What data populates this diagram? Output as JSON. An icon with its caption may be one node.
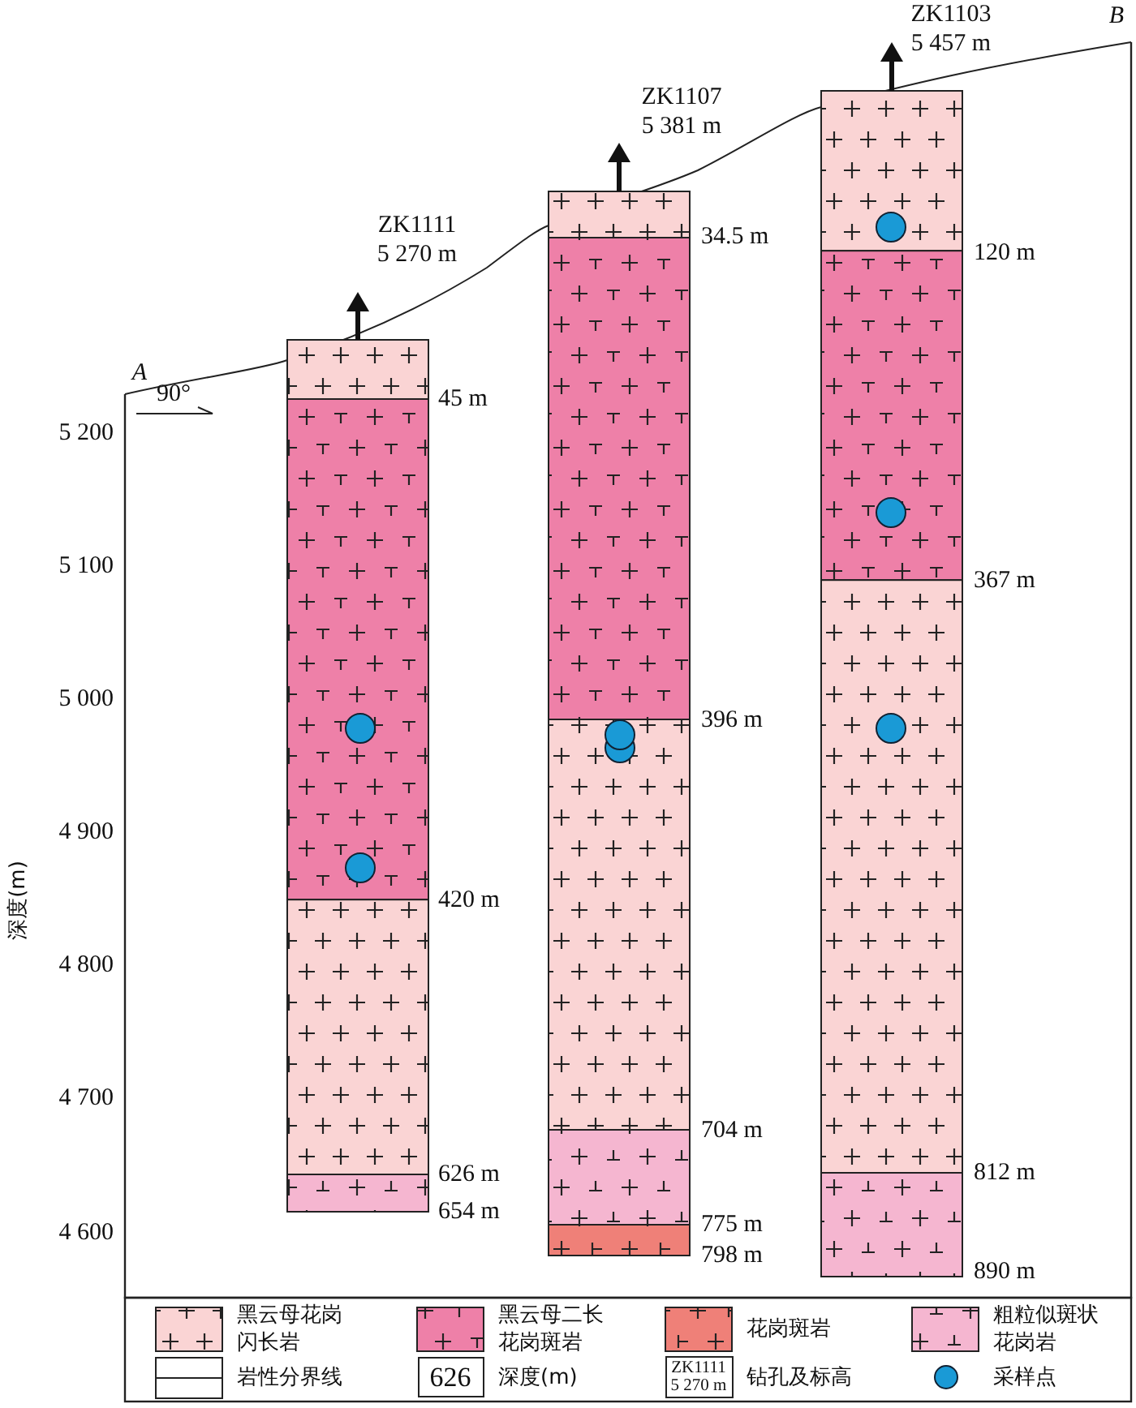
{
  "diagram": {
    "labels": [
      "ZK1103",
      "5 457 m",
      "B",
      "ZK1107",
      "5 381 m",
      "ZK1111",
      "5 270 m",
      "34.5 m",
      "90°",
      "A",
      "120 m",
      "45 m",
      "5 200",
      "5 100",
      "367 m",
      "5 000",
      "396 m",
      "4 900",
      "420 m",
      "深度(m)",
      "4 800",
      "4 700",
      "704 m",
      "626 m",
      "812 m",
      "654 m",
      "775 m",
      "4 600",
      "798 m",
      "890 m",
      "626",
      "ZK1111 5 270 m"
    ],
    "legend": [
      {
        "text": "黑云母花岗闪长岩",
        "color": "#fad4d4"
      },
      {
        "text": "黑云母二长花岗斑岩",
        "color": "#ee80a8"
      },
      {
        "text": "花岗斑岩",
        "color": "#ef8078"
      },
      {
        "text": "粗粒似斑状花岗岩",
        "color": "#f5b6d0"
      },
      {
        "text": "岩性分界线"
      },
      {
        "text": "深度(m)"
      },
      {
        "text": "钻孔及标高"
      },
      {
        "text": "采样点"
      }
    ]
  }
}
